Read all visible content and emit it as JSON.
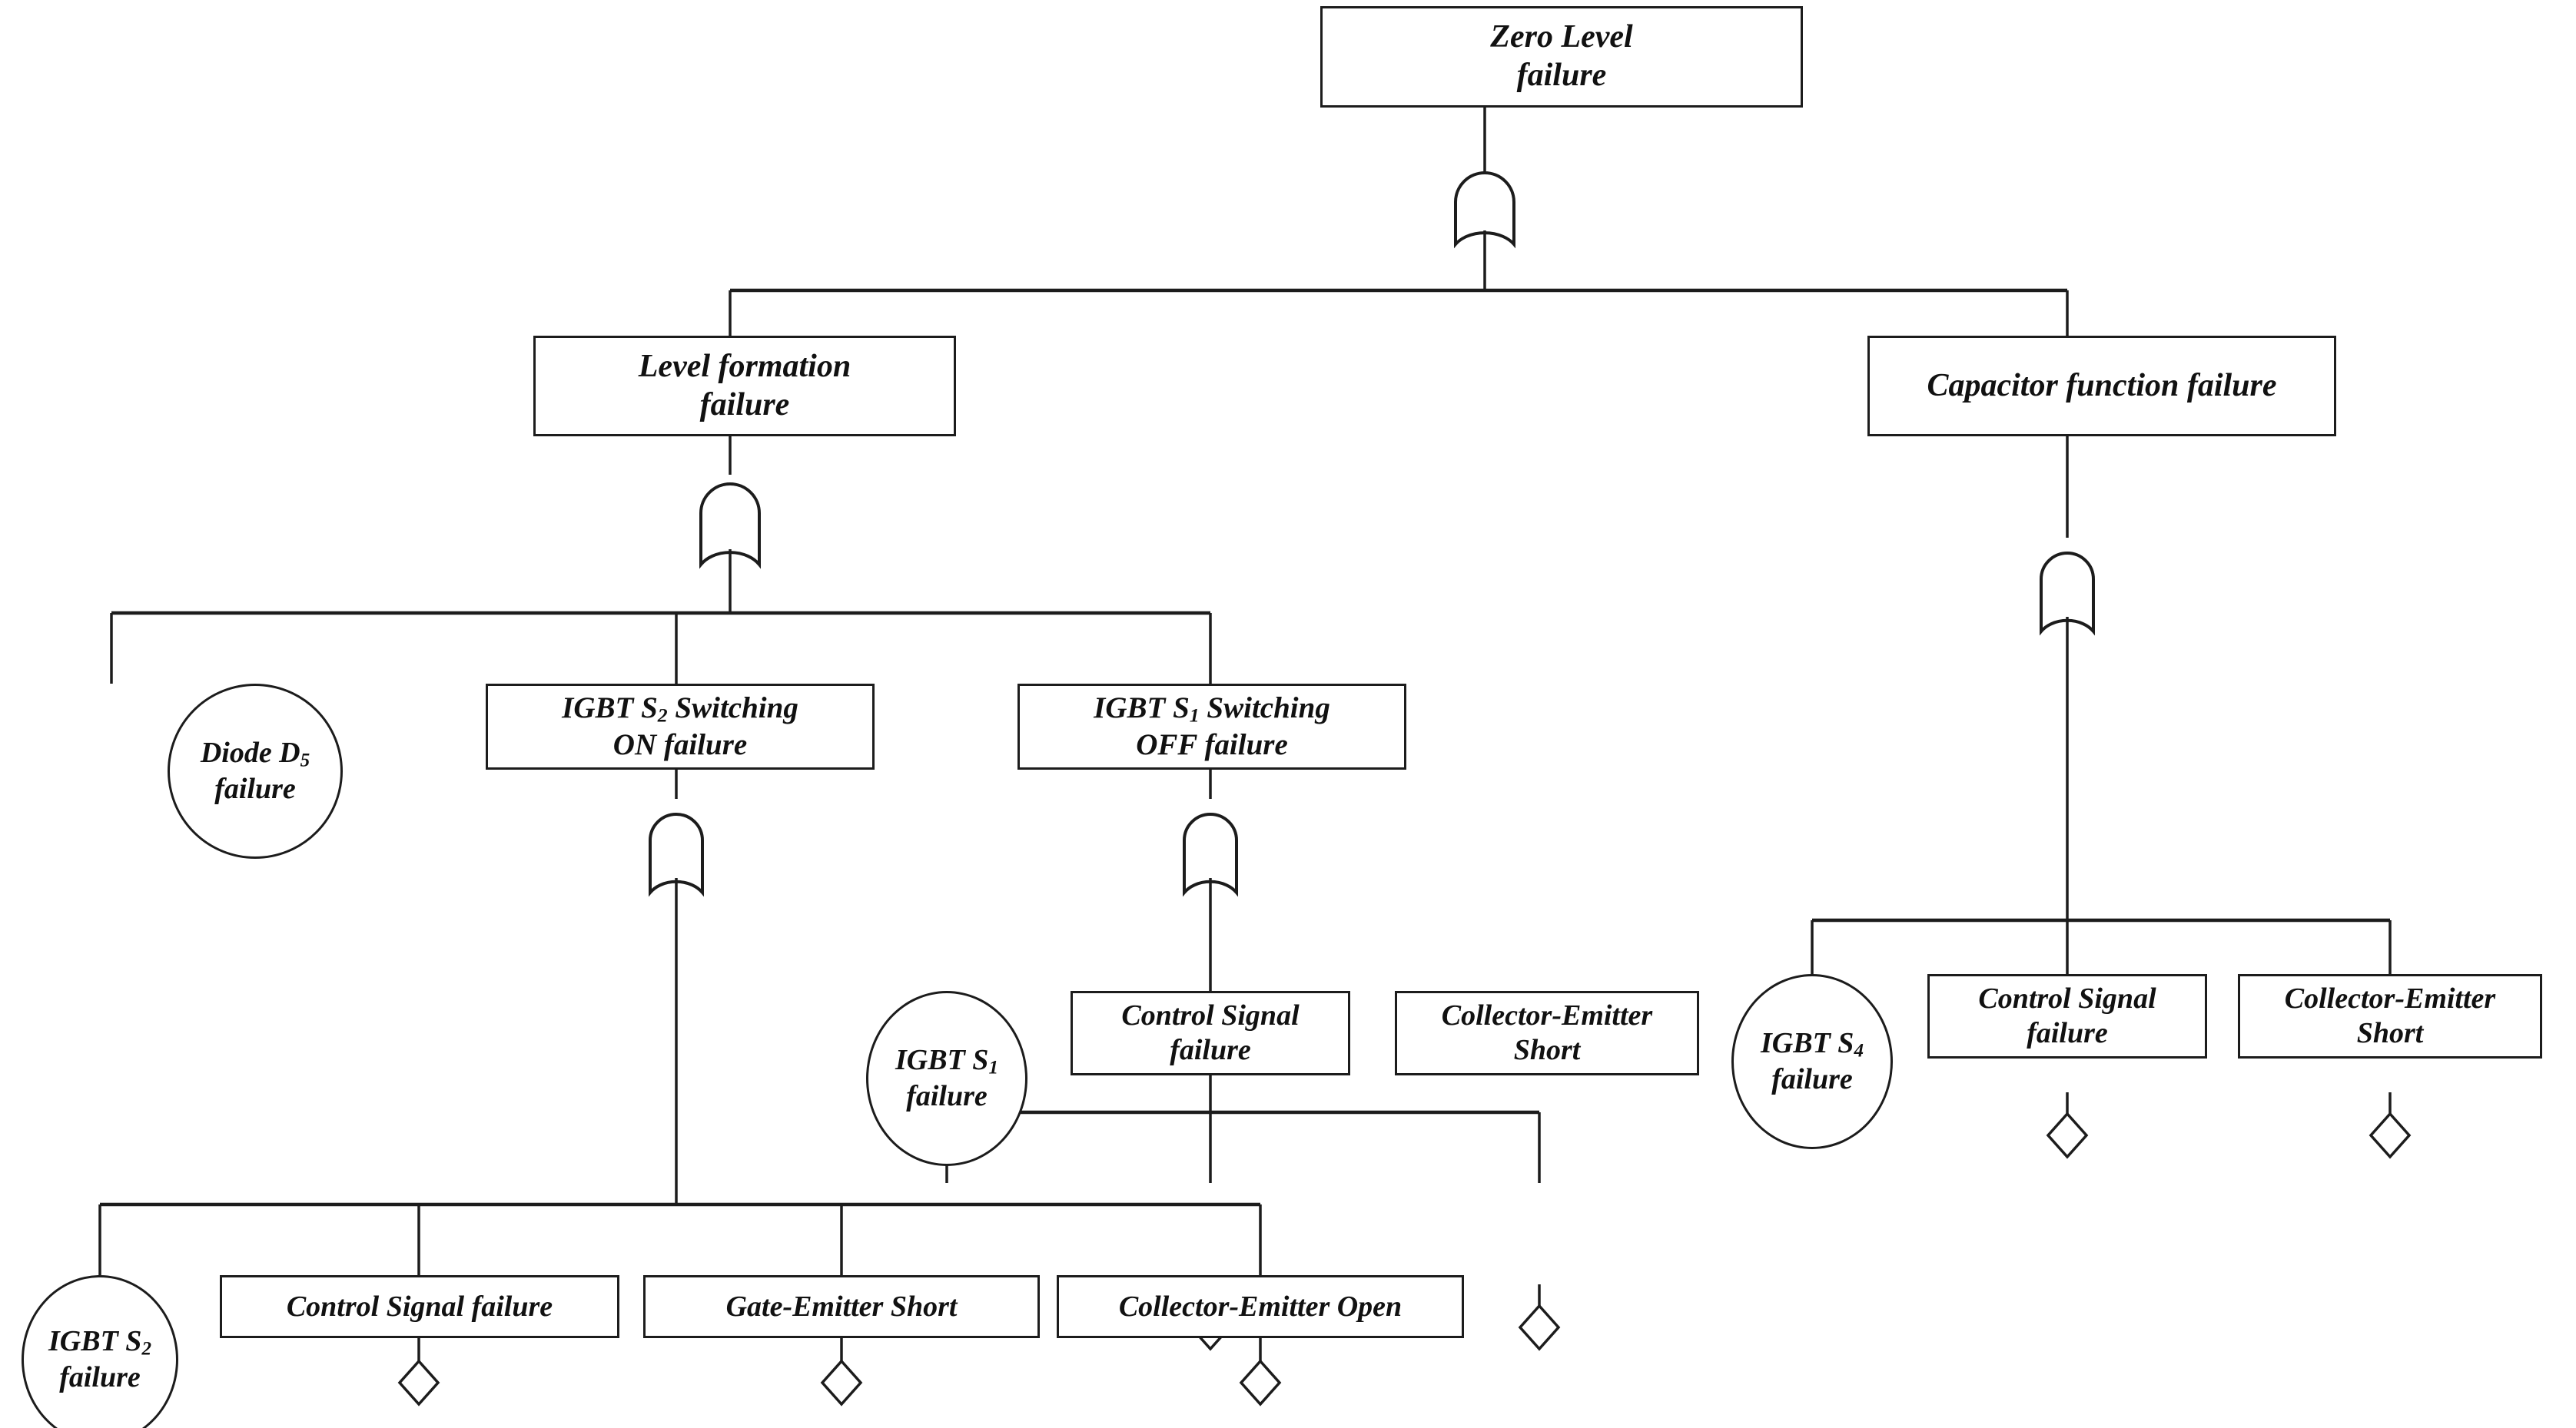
{
  "diagram": {
    "title": "Fault tree for Zero Level failure",
    "line_color": "#1c1c1c",
    "background": "#ffffff",
    "gate_type": "OR"
  },
  "nodes": {
    "top_event": {
      "label": "Zero Level\nfailure"
    },
    "level_formation": {
      "label": "Level formation\nfailure"
    },
    "capacitor_function": {
      "label": "Capacitor function failure"
    },
    "diode_d5": {
      "label_pre": "Diode D",
      "sub": "5",
      "label_post": "\nfailure"
    },
    "igbt_s2_on": {
      "label_pre": "IGBT S",
      "sub": "2",
      "label_post": " Switching\nON  failure"
    },
    "igbt_s1_off": {
      "label_pre": "IGBT S",
      "sub": "1",
      "label_post": " Switching\nOFF failure"
    },
    "igbt_s1_failure": {
      "label_pre": "IGBT S",
      "sub": "1",
      "label_post": "\nfailure"
    },
    "igbt_s4_failure": {
      "label_pre": "IGBT S",
      "sub": "4",
      "label_post": "\nfailure"
    },
    "igbt_s2_failure": {
      "label_pre": "IGBT S",
      "sub": "2",
      "label_post": "\nfailure"
    },
    "ctrl_signal_mid": {
      "label": "Control Signal\nfailure"
    },
    "ce_short_mid": {
      "label": "Collector-Emitter\nShort"
    },
    "ctrl_signal_right": {
      "label": "Control Signal\nfailure"
    },
    "ce_short_right": {
      "label": "Collector-Emitter\nShort"
    },
    "ctrl_signal_bottom": {
      "label": "Control Signal failure"
    },
    "ge_short_bottom": {
      "label": "Gate-Emitter Short"
    },
    "ce_open_bottom": {
      "label": "Collector-Emitter Open"
    }
  }
}
